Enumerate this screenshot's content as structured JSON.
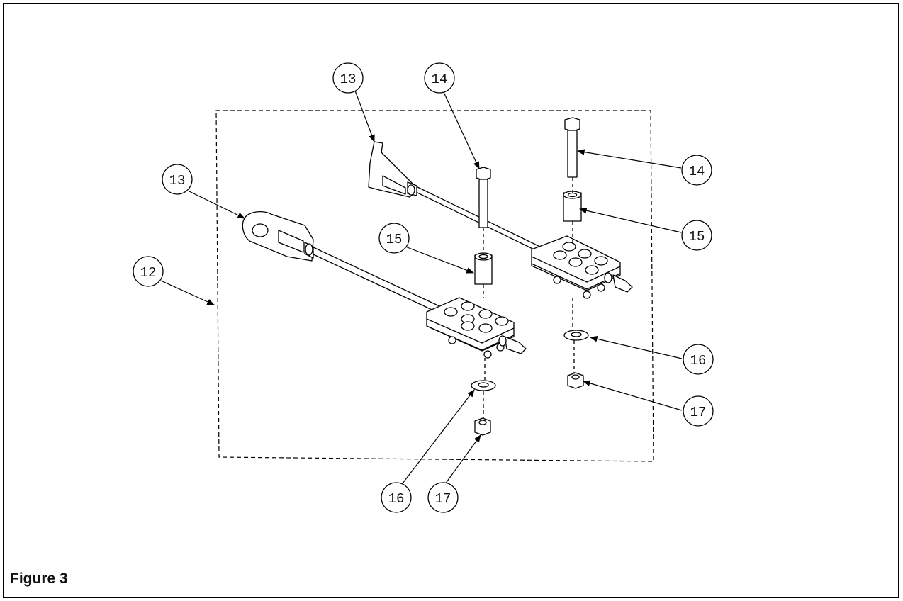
{
  "figure": {
    "caption": "Figure 3"
  },
  "callouts": [
    {
      "id": "c12",
      "label": "12"
    },
    {
      "id": "c13a",
      "label": "13"
    },
    {
      "id": "c13b",
      "label": "13"
    },
    {
      "id": "c14a",
      "label": "14"
    },
    {
      "id": "c14b",
      "label": "14"
    },
    {
      "id": "c15a",
      "label": "15"
    },
    {
      "id": "c15b",
      "label": "15"
    },
    {
      "id": "c16a",
      "label": "16"
    },
    {
      "id": "c16b",
      "label": "16"
    },
    {
      "id": "c17a",
      "label": "17"
    },
    {
      "id": "c17b",
      "label": "17"
    }
  ]
}
